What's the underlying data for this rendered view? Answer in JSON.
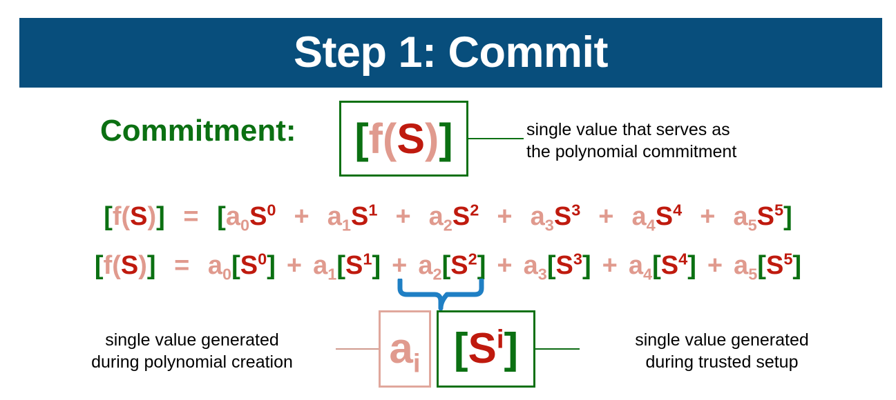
{
  "slide": {
    "title": "Step 1: Commit",
    "banner_color": "#084E7C",
    "colors": {
      "green": "#0B7012",
      "salmon": "#E09A8E",
      "dark_red": "#BF1A0E",
      "brace_blue": "#1F7FC4",
      "background": "#FFFFFF"
    }
  },
  "commitment": {
    "label": "Commitment:",
    "boxed_expression": "[f(S)]",
    "note": "single value that serves as\nthe polynomial commitment",
    "note_line1": "single value that serves as",
    "note_line2": "the polynomial commitment"
  },
  "equations": {
    "line1": {
      "lhs": "[f(S)]",
      "equals": "=",
      "rhs": "[a₀S⁰ + a₁S¹ + a₂S² + a₃S³ + a₄S⁴ + a₅S⁵]",
      "plain": "[f(S)] = [a0S^0 + a1S^1 + a2S^2 + a3S^3 + a4S^4 + a5S^5]",
      "terms": [
        {
          "coef": "a",
          "coef_sub": "0",
          "base": "S",
          "exp": "0"
        },
        {
          "coef": "a",
          "coef_sub": "1",
          "base": "S",
          "exp": "1"
        },
        {
          "coef": "a",
          "coef_sub": "2",
          "base": "S",
          "exp": "2"
        },
        {
          "coef": "a",
          "coef_sub": "3",
          "base": "S",
          "exp": "3"
        },
        {
          "coef": "a",
          "coef_sub": "4",
          "base": "S",
          "exp": "4"
        },
        {
          "coef": "a",
          "coef_sub": "5",
          "base": "S",
          "exp": "5"
        }
      ]
    },
    "line2": {
      "lhs": "[f(S)]",
      "equals": "=",
      "rhs": "a₀[S⁰] + a₁[S¹] + a₂[S²] + a₃[S³] + a₄[S⁴] + a₅[S⁵]",
      "plain": "[f(S)] = a0[S^0] + a1[S^1] + a2[S^2] + a3[S^3] + a4[S^4] + a5[S^5]",
      "terms": [
        {
          "coef": "a",
          "coef_sub": "0",
          "base": "S",
          "exp": "0"
        },
        {
          "coef": "a",
          "coef_sub": "1",
          "base": "S",
          "exp": "1"
        },
        {
          "coef": "a",
          "coef_sub": "2",
          "base": "S",
          "exp": "2"
        },
        {
          "coef": "a",
          "coef_sub": "3",
          "base": "S",
          "exp": "3"
        },
        {
          "coef": "a",
          "coef_sub": "4",
          "base": "S",
          "exp": "4"
        },
        {
          "coef": "a",
          "coef_sub": "5",
          "base": "S",
          "exp": "5"
        }
      ]
    },
    "operator_plus": "+",
    "bracket_open": "[",
    "bracket_close": "]",
    "f_open": "f(",
    "f_close": ")",
    "symbol_S": "S"
  },
  "callout": {
    "brace_target": "a₂[S²]",
    "coefficient_box": {
      "expression": "a",
      "subscript": "i",
      "note_line1": "single value generated",
      "note_line2": "during polynomial creation"
    },
    "setup_box": {
      "bracket_open": "[",
      "base": "S",
      "exp": "i",
      "bracket_close": "]",
      "expression": "[Sⁱ]",
      "note_line1": "single value generated",
      "note_line2": "during trusted setup"
    }
  }
}
